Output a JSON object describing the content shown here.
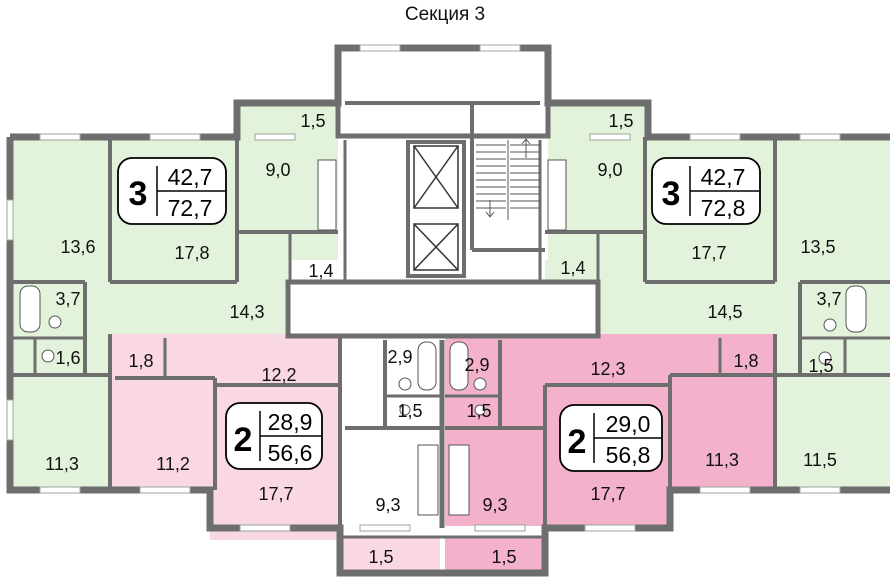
{
  "title": "Секция 3",
  "colors": {
    "green_fill": "#e3f2db",
    "pink_fill": "#f9d7e5",
    "pink_dark_fill": "#f3b1cb",
    "wall": "#6e6e6e",
    "window": "#cfd6cf"
  },
  "apartments": [
    {
      "rooms": "3",
      "living": "42,7",
      "total": "72,7"
    },
    {
      "rooms": "3",
      "living": "42,7",
      "total": "72,8"
    },
    {
      "rooms": "2",
      "living": "28,9",
      "total": "56,6"
    },
    {
      "rooms": "2",
      "living": "29,0",
      "total": "56,8"
    }
  ],
  "areas": {
    "g_left_balcony": "1,5",
    "g_left_kitchen": "9,0",
    "g_left_room_big": "13,6",
    "g_left_room": "17,8",
    "g_left_wc": "1,4",
    "g_left_bath": "3,7",
    "g_left_hall": "14,3",
    "g_left_toilet": "1,6",
    "g_left_room_low": "11,3",
    "g_right_balcony": "1,5",
    "g_right_kitchen": "9,0",
    "g_right_room": "17,7",
    "g_right_room_big": "13,5",
    "g_right_wc": "1,4",
    "g_right_bath": "3,7",
    "g_right_hall": "14,5",
    "g_right_toilet": "1,5",
    "g_right_room_low": "11,5",
    "p_left_store": "1,8",
    "p_left_hall": "12,2",
    "p_left_room_small": "11,2",
    "p_left_room": "17,7",
    "p_left_bath": "2,9",
    "p_left_wc": "1,5",
    "p_left_kitchen": "9,3",
    "p_left_balcony": "1,5",
    "p_right_bath": "2,9",
    "p_right_wc": "1,5",
    "p_right_hall": "12,3",
    "p_right_store": "1,8",
    "p_right_room": "17,7",
    "p_right_room_small": "11,3",
    "p_right_kitchen": "9,3",
    "p_right_balcony": "1,5"
  }
}
